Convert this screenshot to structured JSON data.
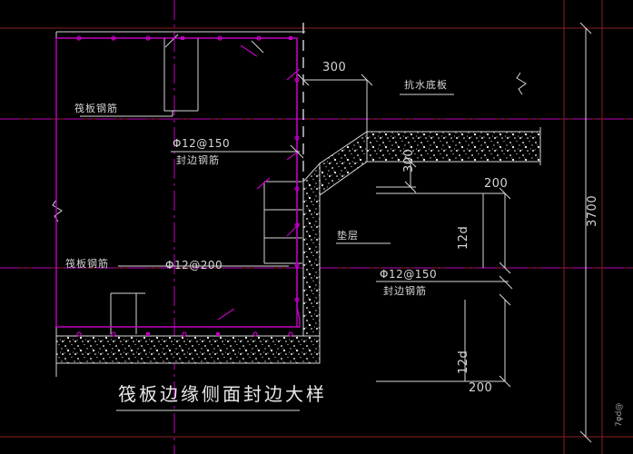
{
  "drawing": {
    "title": "筏板边缘侧面封边大样",
    "type": "cad-detail-drawing",
    "background_color": "#000000",
    "colors": {
      "rebar_magenta": "#c000c0",
      "geometry_white": "#d6d6d6",
      "centerline_magenta": "#bf00bf",
      "crosshair_red": "#8b2020",
      "concrete_hatch": "#ffffff"
    }
  },
  "labels": {
    "top_slab_rebar": "筏板钢筋",
    "edge_rebar_spec_top": "Φ12@150",
    "edge_rebar_name_top": "封边钢筋",
    "bottom_slab_rebar": "筏板钢筋",
    "bottom_rebar_spec": "Φ12@200",
    "water_slab": "抗水底板",
    "cushion_layer": "垫层",
    "edge_rebar_spec_right": "Φ12@150",
    "edge_rebar_name_right": "封边钢筋"
  },
  "dimensions": {
    "top_300": "300",
    "vertical_300": "300",
    "right_3700": "3700",
    "upper_200": "200",
    "upper_12d": "12d",
    "lower_12d": "12d",
    "lower_200": "200"
  },
  "corner_mark": "7φd@"
}
